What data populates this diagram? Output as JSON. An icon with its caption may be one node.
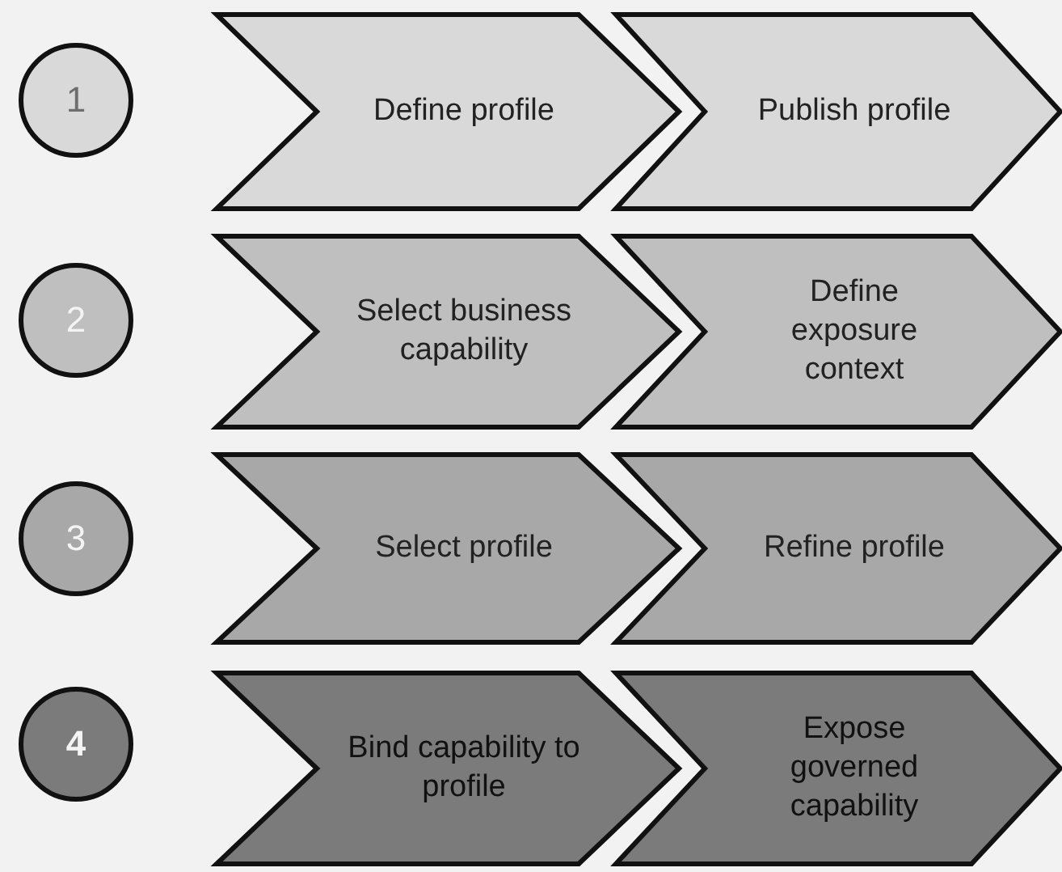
{
  "diagram": {
    "nodes": [
      {
        "text": [
          "1"
        ]
      },
      {
        "text": [
          "Define profile"
        ]
      },
      {
        "text": [
          "Publish profile"
        ]
      },
      {
        "text": [
          "2"
        ]
      },
      {
        "text": [
          "Select business capability"
        ]
      },
      {
        "text": [
          "Define exposure context"
        ]
      },
      {
        "text": [
          "3"
        ]
      },
      {
        "text": [
          "Select profile"
        ]
      },
      {
        "text": [
          "Refine profile"
        ]
      },
      {
        "text": [
          "4"
        ]
      },
      {
        "text": [
          "Bind capability to profile"
        ]
      },
      {
        "text": [
          "Expose governed capability"
        ]
      }
    ]
  }
}
